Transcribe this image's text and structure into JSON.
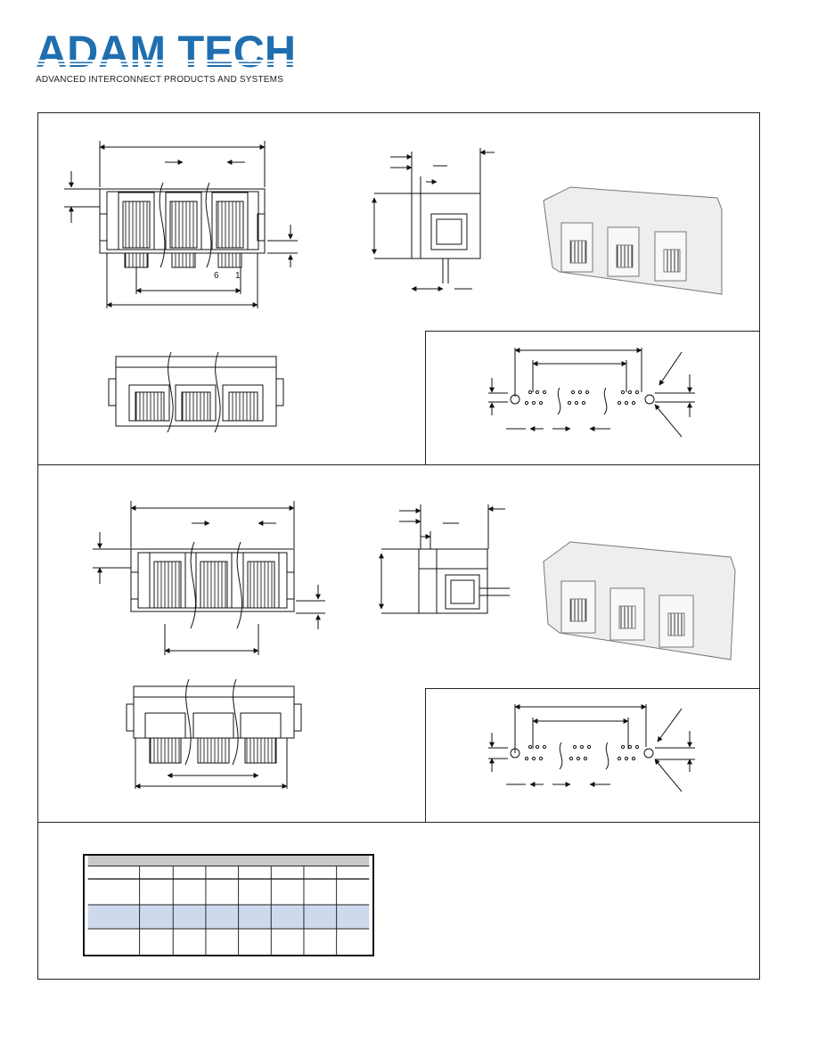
{
  "brand": {
    "name": "ADAM TECH",
    "tagline": "ADVANCED INTERCONNECT PRODUCTS AND SYSTEMS",
    "color": "#1f6fb0"
  },
  "top_view_pin_labels": [
    "6",
    "1"
  ],
  "table": {
    "header_color": "#c8c8c8",
    "highlight_row_color": "#cfd9ee",
    "columns": 8,
    "rows": 3
  }
}
